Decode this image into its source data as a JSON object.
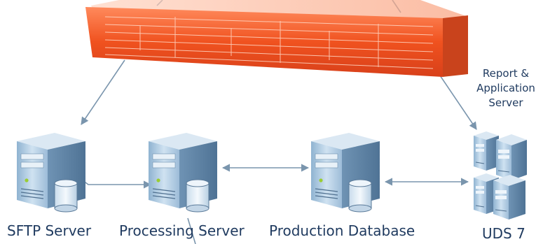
{
  "nodes": {
    "firewall": {
      "icon": "firewall-icon"
    },
    "sftp": {
      "label": "SFTP Server",
      "icon": "server-with-database-icon"
    },
    "processing": {
      "label": "Processing Server",
      "icon": "server-with-database-icon"
    },
    "database": {
      "label": "Production Database",
      "icon": "server-with-database-icon"
    },
    "uds": {
      "label": "UDS 7",
      "icon": "server-cluster-icon",
      "caption_line1": "Report &",
      "caption_line2": "Application",
      "caption_line3": "Server"
    }
  },
  "colors": {
    "arrow": "#7a95ad",
    "text": "#1f3a5f",
    "firewall": "#f05a28",
    "server": "#b9d3e8"
  }
}
